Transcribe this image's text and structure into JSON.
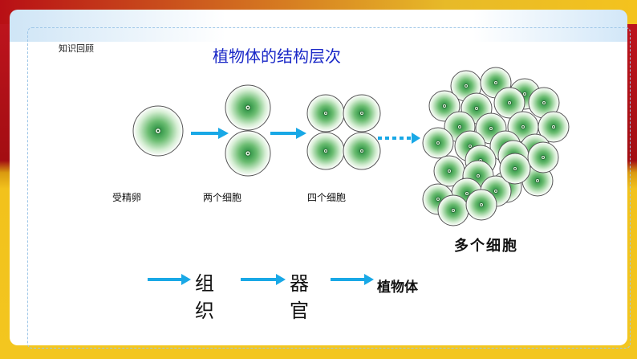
{
  "tag": "知识回顾",
  "title": "植物体的结构层次",
  "stages": [
    {
      "label": "受精卵",
      "cells": 1
    },
    {
      "label": "两个细胞",
      "cells": 2
    },
    {
      "label": "四个细胞",
      "cells": 4
    },
    {
      "label": "多个细胞",
      "cells": 28
    }
  ],
  "levels": [
    "组织",
    "器官",
    "植物体"
  ],
  "colors": {
    "cell_center": "#1f8a3a",
    "arrow": "#19a8e6",
    "title": "#1a28c7"
  }
}
